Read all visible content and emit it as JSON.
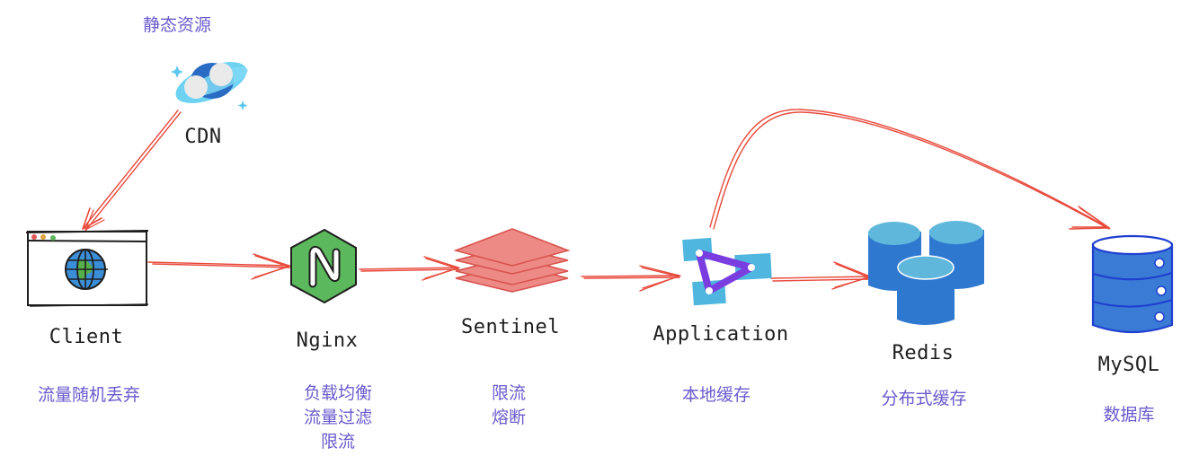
{
  "diagram": {
    "title": "",
    "colors": {
      "arrow": "#e8483a",
      "description": "#6a5acd",
      "label": "#1e1e1e"
    },
    "nodes": [
      {
        "id": "cdn",
        "label": "CDN",
        "icon": "cdn-planet-icon",
        "description": [
          "静态资源"
        ]
      },
      {
        "id": "client",
        "label": "Client",
        "icon": "browser-globe-icon",
        "description": [
          "流量随机丢弃"
        ]
      },
      {
        "id": "nginx",
        "label": "Nginx",
        "icon": "nginx-hexagon-icon",
        "description": [
          "负载均衡",
          "流量过滤",
          "限流"
        ]
      },
      {
        "id": "sentinel",
        "label": "Sentinel",
        "icon": "stacked-layers-icon",
        "description": [
          "限流",
          "熔断"
        ]
      },
      {
        "id": "application",
        "label": "Application",
        "icon": "application-triangle-icon",
        "description": [
          "本地缓存"
        ]
      },
      {
        "id": "redis",
        "label": "Redis",
        "icon": "redis-cylinders-icon",
        "description": [
          "分布式缓存"
        ]
      },
      {
        "id": "mysql",
        "label": "MySQL",
        "icon": "database-icon",
        "description": [
          "数据库"
        ]
      }
    ],
    "edges": [
      {
        "from": "cdn",
        "to": "client"
      },
      {
        "from": "client",
        "to": "nginx"
      },
      {
        "from": "nginx",
        "to": "sentinel"
      },
      {
        "from": "sentinel",
        "to": "application"
      },
      {
        "from": "application",
        "to": "redis"
      },
      {
        "from": "application",
        "to": "mysql"
      }
    ]
  }
}
